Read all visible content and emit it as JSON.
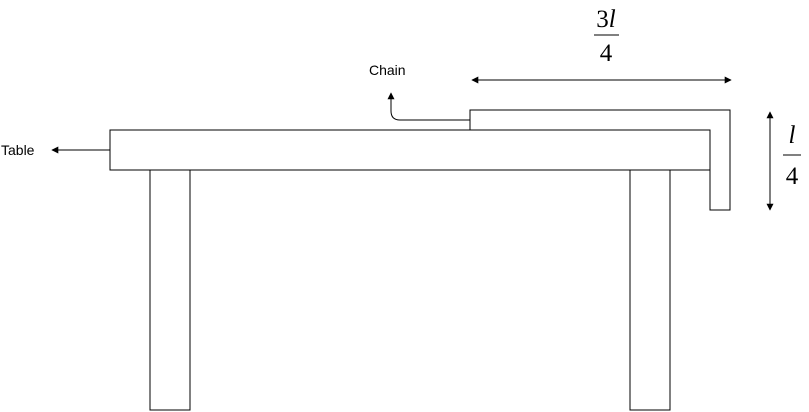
{
  "labels": {
    "chain": "Chain",
    "table": "Table"
  },
  "dimensions": {
    "top_numerator_coef": "3",
    "top_numerator_var": "l",
    "top_denominator": "4",
    "side_numerator_var": "l",
    "side_denominator": "4"
  },
  "colors": {
    "stroke": "#000000",
    "background": "#ffffff"
  }
}
